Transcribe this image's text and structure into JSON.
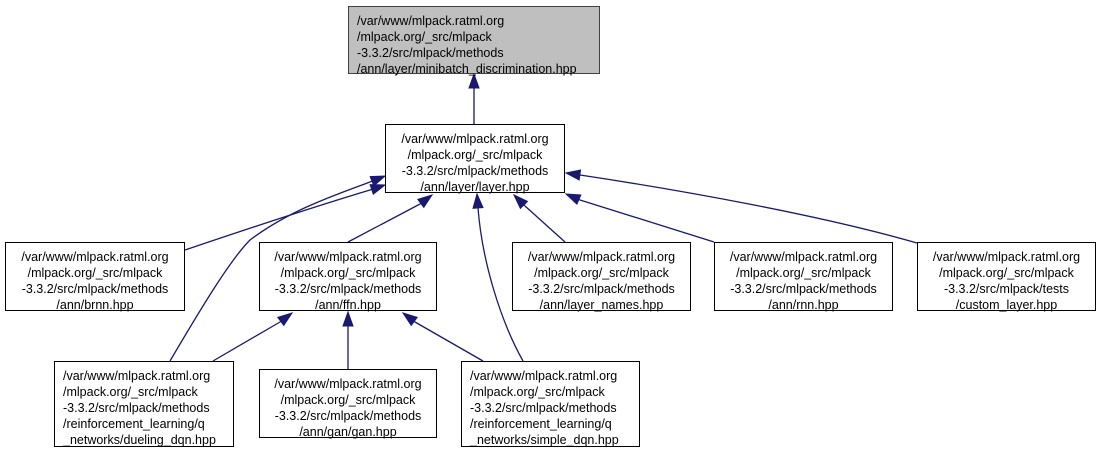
{
  "graph": {
    "type": "include-dependency-graph",
    "edge_color": "#191970",
    "root_fill": "#bfbfbf",
    "nodes": [
      {
        "id": "minibatch",
        "lines": [
          "/var/www/mlpack.ratml.org",
          "/mlpack.org/_src/mlpack",
          "-3.3.2/src/mlpack/methods",
          "/ann/layer/minibatch_discrimination.hpp"
        ]
      },
      {
        "id": "layer",
        "lines": [
          "/var/www/mlpack.ratml.org",
          "/mlpack.org/_src/mlpack",
          "-3.3.2/src/mlpack/methods",
          "/ann/layer/layer.hpp"
        ]
      },
      {
        "id": "brnn",
        "lines": [
          "/var/www/mlpack.ratml.org",
          "/mlpack.org/_src/mlpack",
          "-3.3.2/src/mlpack/methods",
          "/ann/brnn.hpp"
        ]
      },
      {
        "id": "ffn",
        "lines": [
          "/var/www/mlpack.ratml.org",
          "/mlpack.org/_src/mlpack",
          "-3.3.2/src/mlpack/methods",
          "/ann/ffn.hpp"
        ]
      },
      {
        "id": "layer_names",
        "lines": [
          "/var/www/mlpack.ratml.org",
          "/mlpack.org/_src/mlpack",
          "-3.3.2/src/mlpack/methods",
          "/ann/layer_names.hpp"
        ]
      },
      {
        "id": "rnn",
        "lines": [
          "/var/www/mlpack.ratml.org",
          "/mlpack.org/_src/mlpack",
          "-3.3.2/src/mlpack/methods",
          "/ann/rnn.hpp"
        ]
      },
      {
        "id": "custom_layer",
        "lines": [
          "/var/www/mlpack.ratml.org",
          "/mlpack.org/_src/mlpack",
          "-3.3.2/src/mlpack/tests",
          "/custom_layer.hpp"
        ]
      },
      {
        "id": "dueling_dqn",
        "lines": [
          "/var/www/mlpack.ratml.org",
          "/mlpack.org/_src/mlpack",
          "-3.3.2/src/mlpack/methods",
          "/reinforcement_learning/q",
          "_networks/dueling_dqn.hpp"
        ]
      },
      {
        "id": "gan",
        "lines": [
          "/var/www/mlpack.ratml.org",
          "/mlpack.org/_src/mlpack",
          "-3.3.2/src/mlpack/methods",
          "/ann/gan/gan.hpp"
        ]
      },
      {
        "id": "simple_dqn",
        "lines": [
          "/var/www/mlpack.ratml.org",
          "/mlpack.org/_src/mlpack",
          "-3.3.2/src/mlpack/methods",
          "/reinforcement_learning/q",
          "_networks/simple_dqn.hpp"
        ]
      }
    ],
    "edges": [
      {
        "from": "layer",
        "to": "minibatch"
      },
      {
        "from": "brnn",
        "to": "layer"
      },
      {
        "from": "ffn",
        "to": "layer"
      },
      {
        "from": "layer_names",
        "to": "layer"
      },
      {
        "from": "rnn",
        "to": "layer"
      },
      {
        "from": "custom_layer",
        "to": "layer"
      },
      {
        "from": "dueling_dqn",
        "to": "layer"
      },
      {
        "from": "simple_dqn",
        "to": "layer"
      },
      {
        "from": "dueling_dqn",
        "to": "ffn"
      },
      {
        "from": "gan",
        "to": "ffn"
      },
      {
        "from": "simple_dqn",
        "to": "ffn"
      }
    ]
  }
}
